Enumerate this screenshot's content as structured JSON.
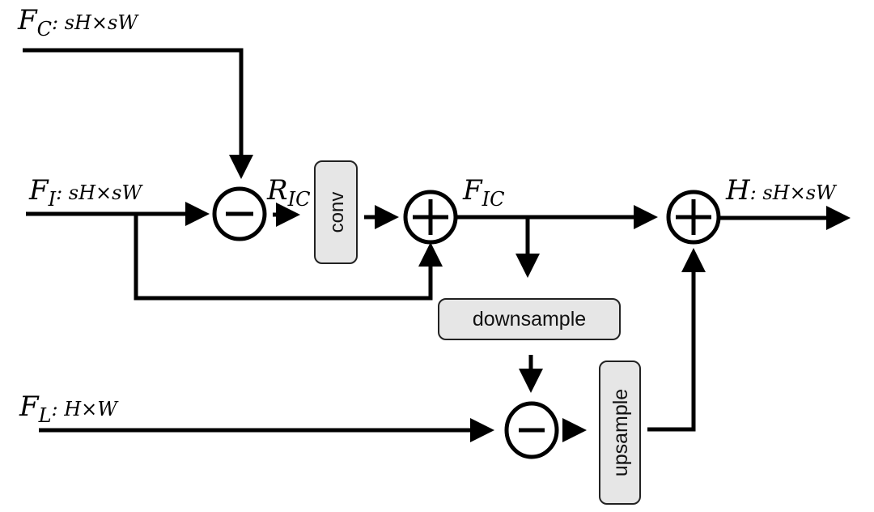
{
  "diagram": {
    "inputs": {
      "fc": {
        "symbol": "F",
        "subscript": "C",
        "dims": ": sH×sW"
      },
      "fi": {
        "symbol": "F",
        "subscript": "I",
        "dims": ": sH×sW"
      },
      "fl": {
        "symbol": "F",
        "subscript": "L",
        "dims": ": H×W"
      }
    },
    "intermediate": {
      "ric": {
        "symbol": "R",
        "subscript": "IC"
      },
      "fic": {
        "symbol": "F",
        "subscript": "IC"
      }
    },
    "output": {
      "symbol": "H",
      "dims": ": sH×sW"
    },
    "blocks": {
      "conv": "conv",
      "downsample": "downsample",
      "upsample": "upsample"
    },
    "operators": {
      "subtract_top": "minus",
      "add_first": "plus",
      "add_final": "plus",
      "subtract_bottom": "minus"
    }
  }
}
